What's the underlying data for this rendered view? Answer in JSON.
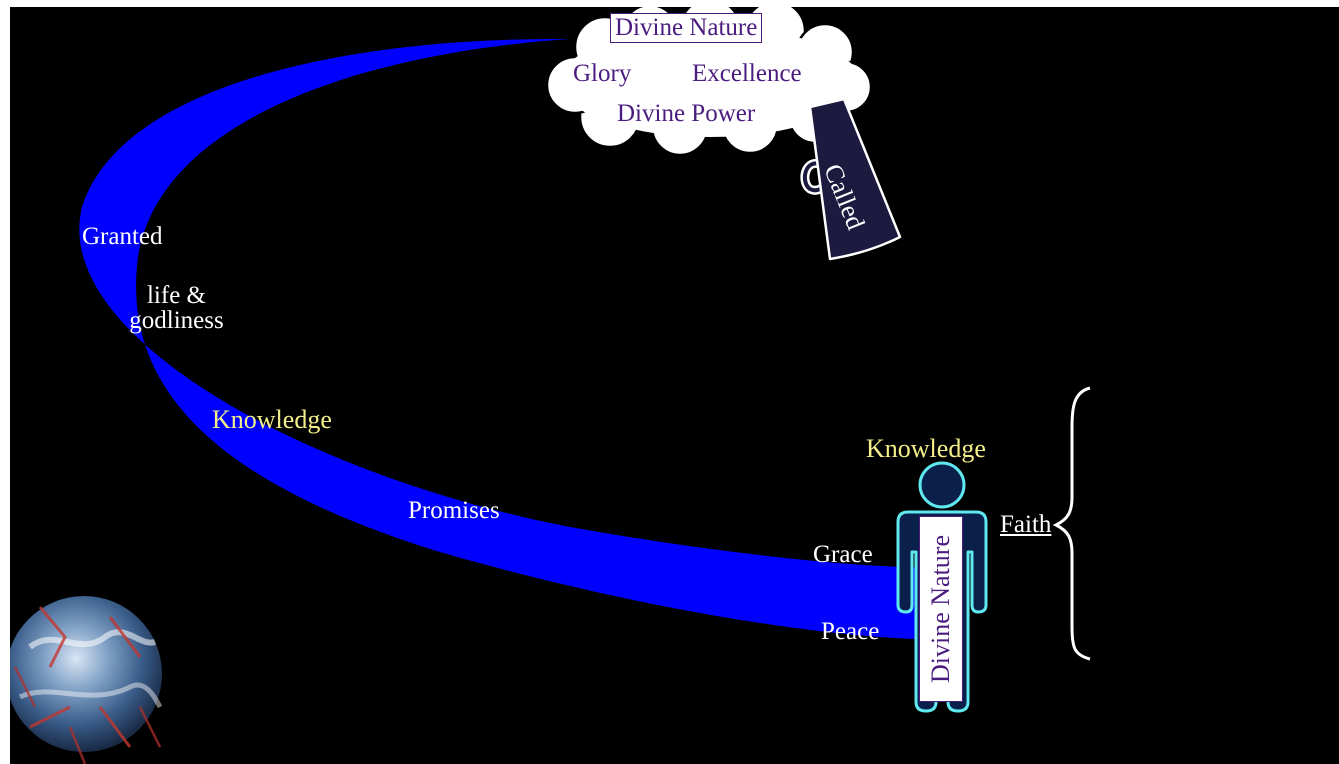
{
  "cloud": {
    "title": "Divine Nature",
    "glory": "Glory",
    "excellence": "Excellence",
    "divine_power": "Divine Power"
  },
  "megaphone": {
    "label": "Called"
  },
  "arc_labels": {
    "granted": "Granted",
    "life_line1": "life &",
    "life_line2": "godliness",
    "knowledge": "Knowledge",
    "promises": "Promises",
    "grace": "Grace",
    "peace": "Peace"
  },
  "person": {
    "head_label": "Knowledge",
    "body_label": "Divine Nature",
    "faith": "Faith"
  },
  "colors": {
    "background": "#000000",
    "arc": "#0000ff",
    "label_yellow": "#f4ef8a",
    "purple_text": "#4b1c7f",
    "figure_outline": "#5fe8f0",
    "figure_fill": "#0a1f4a",
    "megaphone_fill": "#1c1a3f"
  },
  "icons": [
    "cloud-icon",
    "megaphone-icon",
    "person-icon",
    "brace-icon",
    "earth-icon"
  ]
}
